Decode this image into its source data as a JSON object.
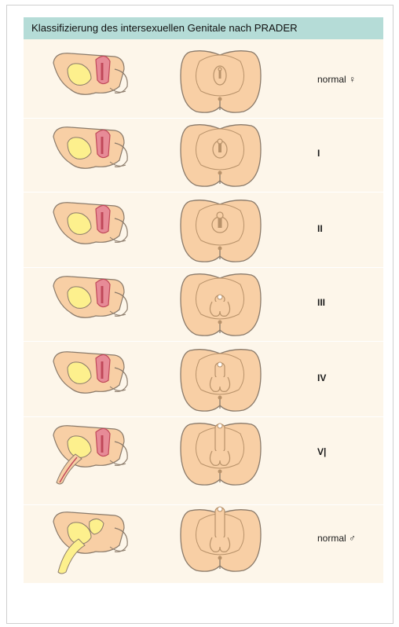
{
  "title": "Klassifizierung des intersexuellen Genitale nach PRADER",
  "colors": {
    "skin": "#f8cfa5",
    "outline": "#8a7a6a",
    "inner": "#b8926a",
    "uterus": "#e78b97",
    "uterus_dark": "#c04859",
    "bladder": "#fdf08d",
    "header_bg": "#b5dcd7",
    "panel_bg": "#fdf6ea"
  },
  "stages": [
    {
      "label": "normal ♀"
    },
    {
      "label": "I"
    },
    {
      "label": "II"
    },
    {
      "label": "III"
    },
    {
      "label": "IV"
    },
    {
      "label": "V|"
    },
    {
      "label": "normal ♂"
    }
  ]
}
